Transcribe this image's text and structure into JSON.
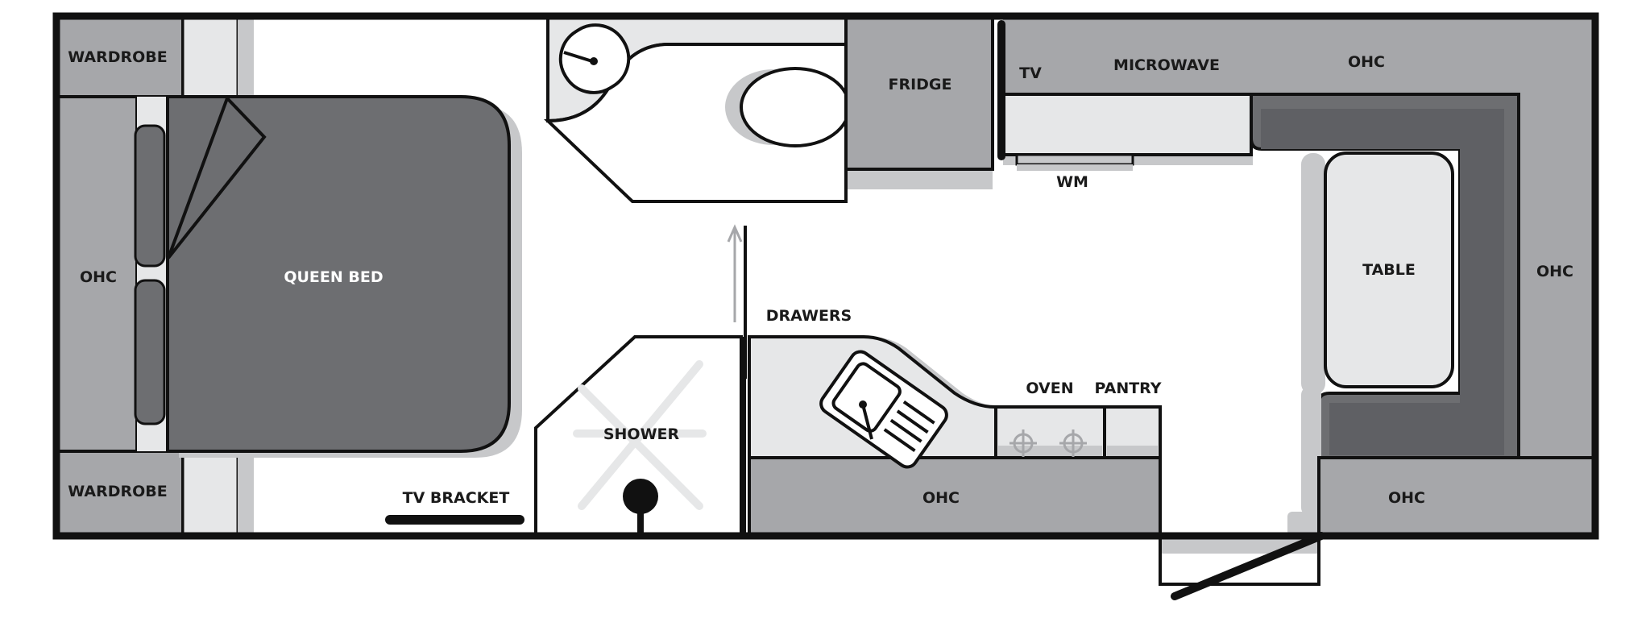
{
  "labels": {
    "wardrobe_top": "WARDROBE",
    "wardrobe_bottom": "WARDROBE",
    "ohc_left": "OHC",
    "queen_bed": "QUEEN BED",
    "tv_bracket": "TV BRACKET",
    "shower": "SHOWER",
    "drawers": "DRAWERS",
    "fridge": "FRIDGE",
    "tv": "TV",
    "microwave": "MICROWAVE",
    "ohc_top": "OHC",
    "wm": "WM",
    "table": "TABLE",
    "ohc_right": "OHC",
    "oven": "OVEN",
    "pantry": "PANTRY",
    "ohc_kitchen": "OHC",
    "ohc_bottom_right": "OHC"
  },
  "colors": {
    "outline": "#111111",
    "cabinet_gray": "#a6a7aa",
    "dark_gray": "#6d6e71",
    "darker_gray": "#5f6064",
    "light_gray": "#e6e7e8",
    "shadow": "#c7c8ca",
    "floor": "#ffffff"
  }
}
